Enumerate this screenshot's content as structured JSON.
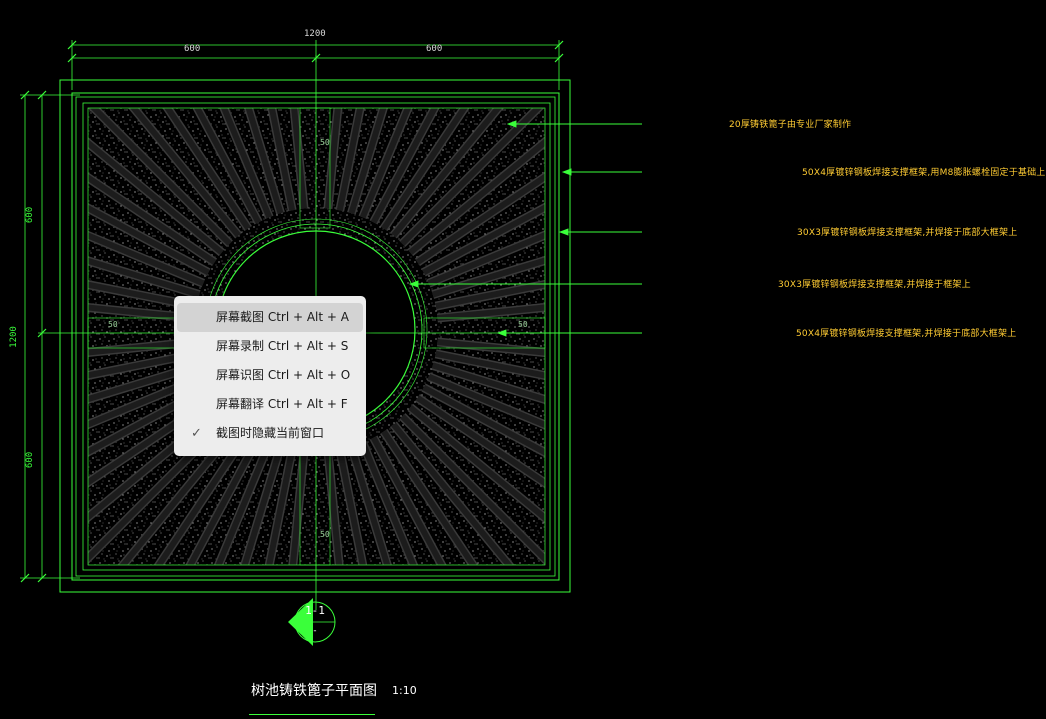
{
  "drawing": {
    "dimensions": {
      "top_total": "1200",
      "top_left": "600",
      "top_right": "600",
      "left_total": "1200",
      "left_top": "600",
      "left_bottom": "600",
      "small_top": "50",
      "small_bottom": "50",
      "small_left": "50",
      "small_right": "50"
    },
    "annotations": [
      "20厚铸铁篦子由专业厂家制作",
      "50X4厚镀锌钢板焊接支撑框架,用M8膨胀螺栓固定于基础上",
      "30X3厚镀锌钢板焊接支撑框架,并焊接于底部大框架上",
      "30X3厚镀锌钢板焊接支撑框架,并焊接于框架上",
      "50X4厚镀锌钢板焊接支撑框架,并焊接于底部大框架上"
    ],
    "section_marker": {
      "label": "1-1",
      "sub": "-"
    },
    "title": "树池铸铁篦子平面图",
    "scale": "1:10",
    "colors": {
      "line": "#3aff3a",
      "text": "#ffcc33",
      "bg": "#000000"
    }
  },
  "context_menu": {
    "items": [
      {
        "label": "屏幕截图 Ctrl + Alt + A",
        "highlighted": true,
        "checked": false
      },
      {
        "label": "屏幕录制 Ctrl + Alt + S",
        "highlighted": false,
        "checked": false
      },
      {
        "label": "屏幕识图 Ctrl + Alt + O",
        "highlighted": false,
        "checked": false
      },
      {
        "label": "屏幕翻译 Ctrl + Alt + F",
        "highlighted": false,
        "checked": false
      },
      {
        "label": "截图时隐藏当前窗口",
        "highlighted": false,
        "checked": true
      }
    ],
    "check_icon": "check-icon"
  }
}
